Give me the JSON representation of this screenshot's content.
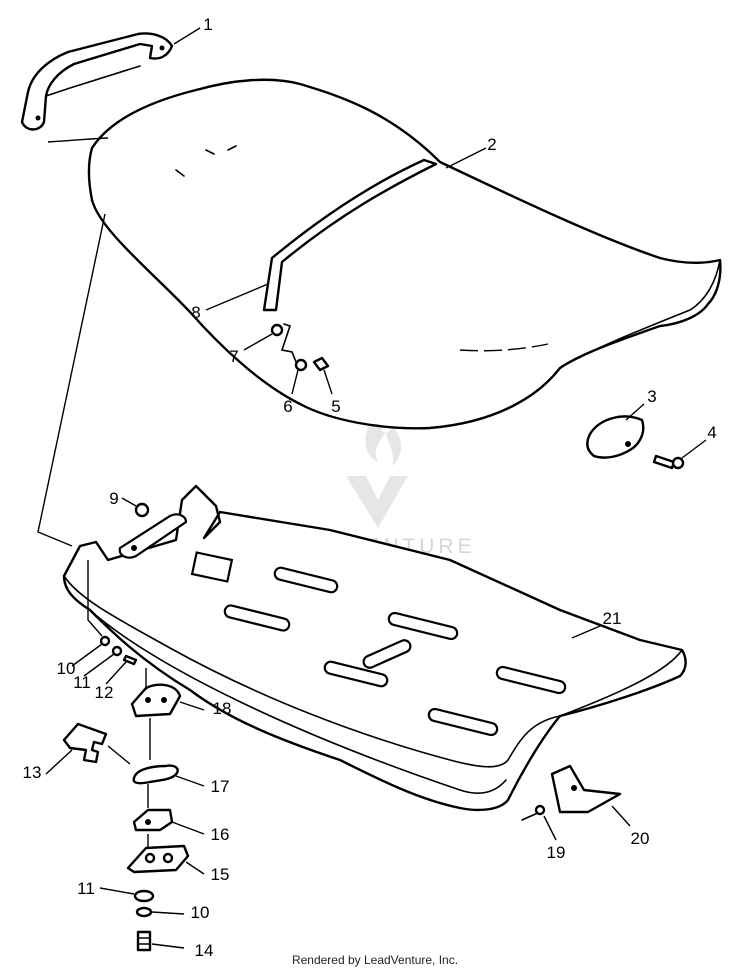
{
  "diagram": {
    "watermark": "LEADVENTURE",
    "credit": "Rendered by LeadVenture, Inc.",
    "callouts": [
      "1",
      "2",
      "3",
      "4",
      "5",
      "6",
      "7",
      "8",
      "9",
      "10",
      "11",
      "12",
      "13",
      "14",
      "15",
      "16",
      "17",
      "18",
      "19",
      "20",
      "21",
      "10",
      "11"
    ]
  }
}
